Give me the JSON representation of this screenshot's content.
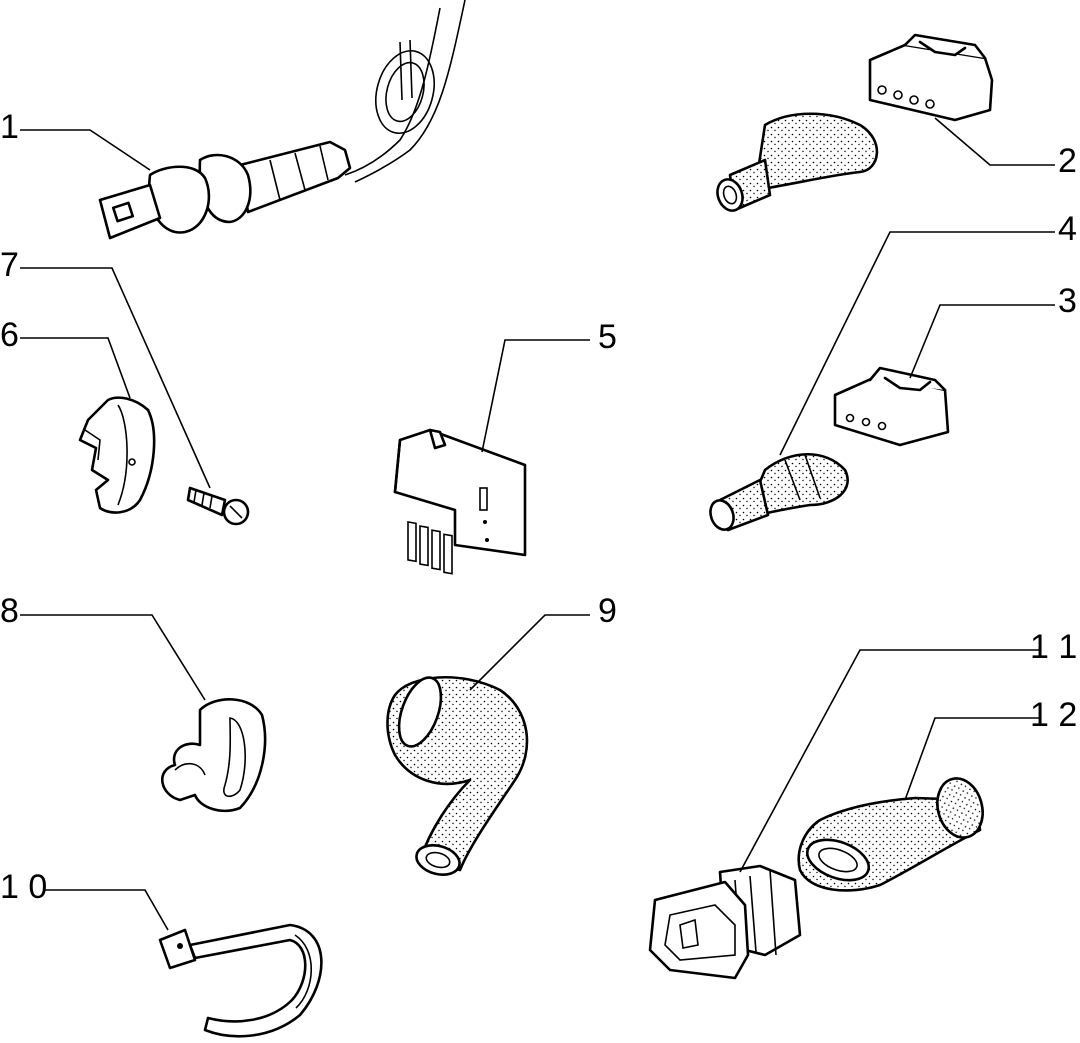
{
  "diagram": {
    "callouts": [
      {
        "id": "1",
        "label": "1"
      },
      {
        "id": "2",
        "label": "2"
      },
      {
        "id": "3",
        "label": "3"
      },
      {
        "id": "4",
        "label": "4"
      },
      {
        "id": "5",
        "label": "5"
      },
      {
        "id": "6",
        "label": "6"
      },
      {
        "id": "7",
        "label": "7"
      },
      {
        "id": "8",
        "label": "8"
      },
      {
        "id": "9",
        "label": "9"
      },
      {
        "id": "10",
        "label": "1 0"
      },
      {
        "id": "11",
        "label": "1 1"
      },
      {
        "id": "12",
        "label": "1 2"
      }
    ]
  }
}
